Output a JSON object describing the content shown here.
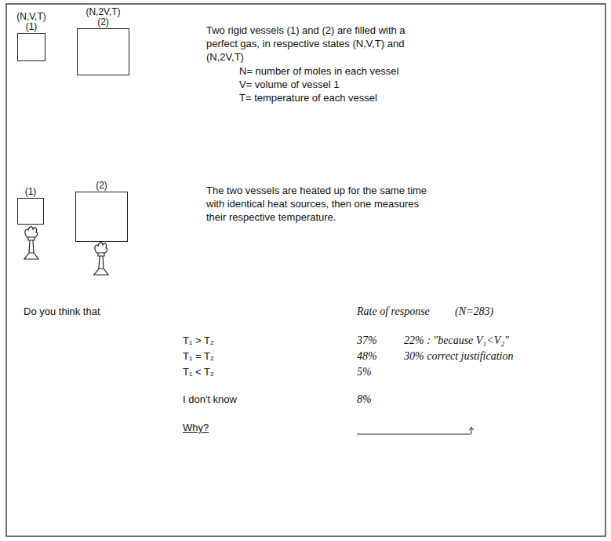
{
  "diagram": {
    "nodes": [
      {
        "text": [
          "(N,V,T)",
          "(1)"
        ]
      },
      {
        "text": [
          "(N,2V,T)",
          "(2)"
        ]
      },
      {
        "text": [
          "(1)"
        ]
      },
      {
        "text": [
          "(2)"
        ]
      }
    ],
    "labels": [
      "Two rigid vessels (1) and (2) are filled with a perfect gas, in respective states (N,V,T) and (N,2V,T)",
      "N= number of moles in each vessel",
      "V= volume of vessel 1",
      "T= temperature of each vessel",
      "The two vessels are heated up for the same time with identical heat sources, then one measures their respective temperature.",
      "Do you think that",
      "Rate of response",
      "(N=283)",
      "T₁ > T₂",
      "37%",
      "22% : \"because V₁<V₂\"",
      "T₁ = T₂",
      "48%",
      "30% correct justification",
      "T₁ < T₂",
      "5%",
      "I don't know",
      "8%",
      "Why?"
    ]
  }
}
